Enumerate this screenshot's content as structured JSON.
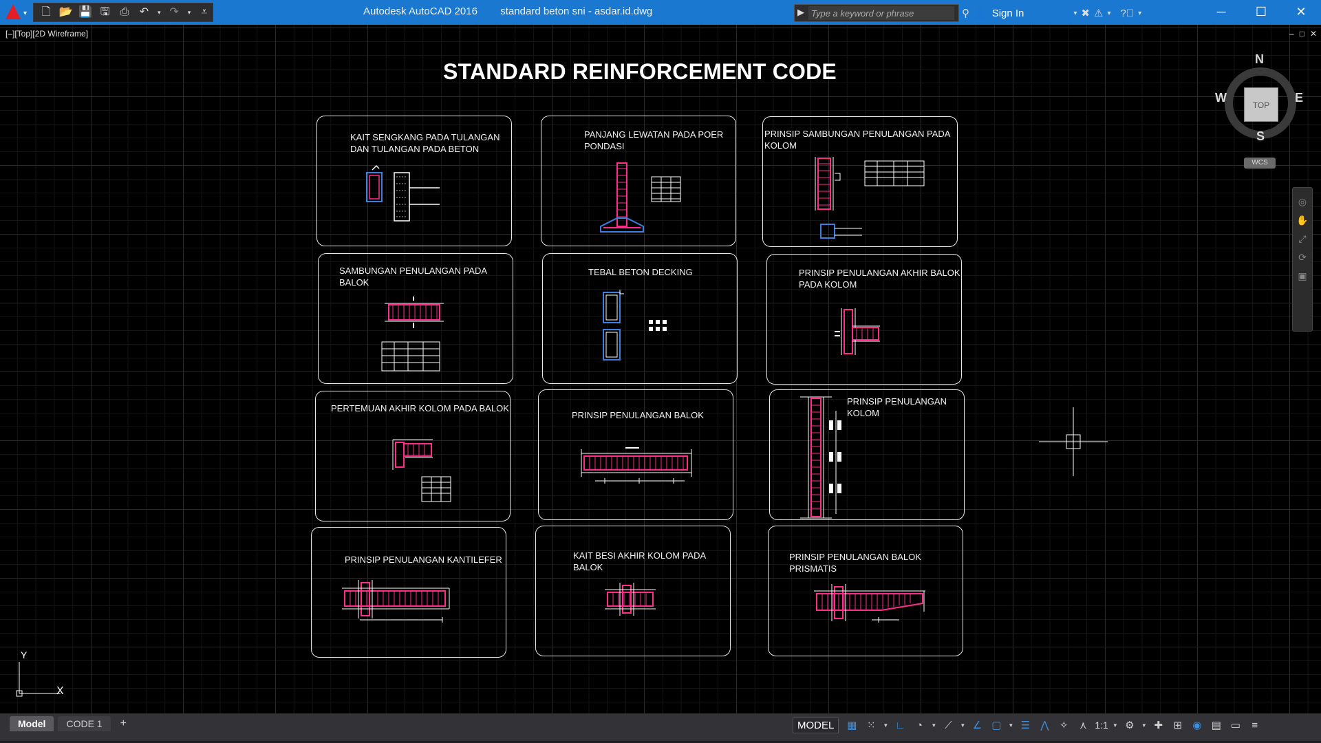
{
  "titlebar": {
    "app_name": "Autodesk AutoCAD 2016",
    "document": "standard beton sni - asdar.id.dwg",
    "search_placeholder": "Type a keyword or phrase",
    "signin_label": "Sign In",
    "icons": [
      "app-menu-icon",
      "new-icon",
      "open-icon",
      "save-icon",
      "saveas-icon",
      "plot-icon",
      "undo-icon",
      "redo-icon",
      "customize-icon",
      "binoculars-icon",
      "user-icon",
      "exchange-icon",
      "a360-icon",
      "help-icon"
    ]
  },
  "viewport": {
    "label": "[–][Top][2D Wireframe]",
    "controls": [
      "–",
      "□",
      "✕"
    ]
  },
  "drawing": {
    "title": "STANDARD REINFORCEMENT CODE",
    "panels": [
      {
        "title": "KAIT SENGKANG PADA TULANGAN\nDAN TULANGAN PADA BETON"
      },
      {
        "title": "PANJANG LEWATAN PADA POER\nPONDASI"
      },
      {
        "title": "PRINSIP SAMBUNGAN PENULANGAN PADA KOLOM"
      },
      {
        "title": "SAMBUNGAN PENULANGAN PADA BALOK"
      },
      {
        "title": "TEBAL BETON DECKING"
      },
      {
        "title": "PRINSIP PENULANGAN AKHIR BALOK\nPADA KOLOM"
      },
      {
        "title": "PERTEMUAN AKHIR KOLOM PADA BALOK"
      },
      {
        "title": "PRINSIP PENULANGAN BALOK"
      },
      {
        "title": "PRINSIP PENULANGAN KOLOM"
      },
      {
        "title": "PRINSIP PENULANGAN KANTILEFER"
      },
      {
        "title": "KAIT BESI AKHIR KOLOM PADA BALOK"
      },
      {
        "title": "PRINSIP PENULANGAN BALOK PRISMATIS"
      }
    ],
    "colors": {
      "rebar": "#ff2d8a",
      "outline": "#ffffff",
      "section": "#3d7fe0"
    }
  },
  "viewcube": {
    "north": "N",
    "south": "S",
    "east": "E",
    "west": "W",
    "face": "TOP",
    "wcs": "WCS"
  },
  "ucs": {
    "x": "X",
    "y": "Y"
  },
  "layout_tabs": [
    {
      "label": "Model",
      "active": true
    },
    {
      "label": "CODE 1",
      "active": false
    },
    {
      "label": "+",
      "active": false
    }
  ],
  "status": {
    "model": "MODEL",
    "scale": "1:1"
  }
}
